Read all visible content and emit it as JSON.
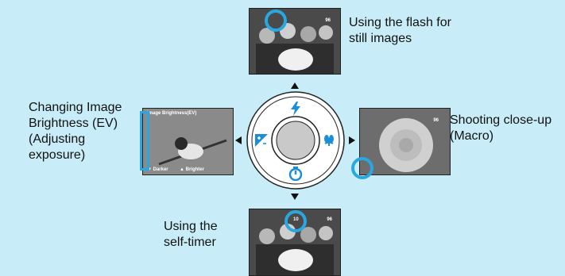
{
  "captions": {
    "flash": "Using the flash for\nstill images",
    "ev": "Changing Image\nBrightness (EV)\n(Adjusting\nexposure)",
    "macro": "Shooting close-up\n(Macro)",
    "timer": "Using the\nself-timer"
  },
  "screens": {
    "flash_counter": "96",
    "macro_counter": "96",
    "timer_counter": "96",
    "timer_icon_label": "10",
    "ev_title": "Image Brightness(EV)",
    "ev_darker": "▼ Darker",
    "ev_brighter": "▲ Brighter"
  },
  "icons": {
    "up": "flash-icon",
    "down": "self-timer-icon",
    "left": "exposure-icon",
    "right": "macro-icon"
  },
  "colors": {
    "background": "#c8edf8",
    "highlight": "#2aa6e0",
    "icon_blue": "#1a8fd8"
  }
}
